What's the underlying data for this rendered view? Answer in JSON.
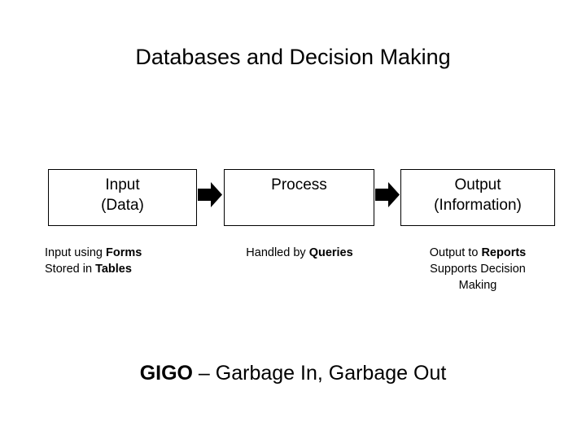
{
  "slide": {
    "title": "Databases and Decision Making",
    "background_color": "#ffffff",
    "text_color": "#000000"
  },
  "flow": {
    "boxes": [
      {
        "name": "input",
        "line1": "Input",
        "line2": "(Data)"
      },
      {
        "name": "process",
        "line1": "Process",
        "line2": ""
      },
      {
        "name": "output",
        "line1": "Output",
        "line2": "(Information)"
      }
    ],
    "arrows": [
      {
        "name": "arrow-input-to-process",
        "icon": "right-arrow-icon",
        "color": "#000000"
      },
      {
        "name": "arrow-process-to-output",
        "icon": "right-arrow-icon",
        "color": "#000000"
      }
    ]
  },
  "captions": {
    "input": {
      "line1_prefix": "Input using ",
      "line1_bold": "Forms",
      "line2_prefix": "Stored in ",
      "line2_bold": "Tables"
    },
    "process": {
      "line1_prefix": "Handled by ",
      "line1_bold": "Queries"
    },
    "output": {
      "line1_prefix": "Output to ",
      "line1_bold": "Reports",
      "line2": "Supports Decision",
      "line3": "Making"
    }
  },
  "tagline": {
    "bold": "GIGO",
    "rest": " – Garbage In, Garbage Out"
  }
}
